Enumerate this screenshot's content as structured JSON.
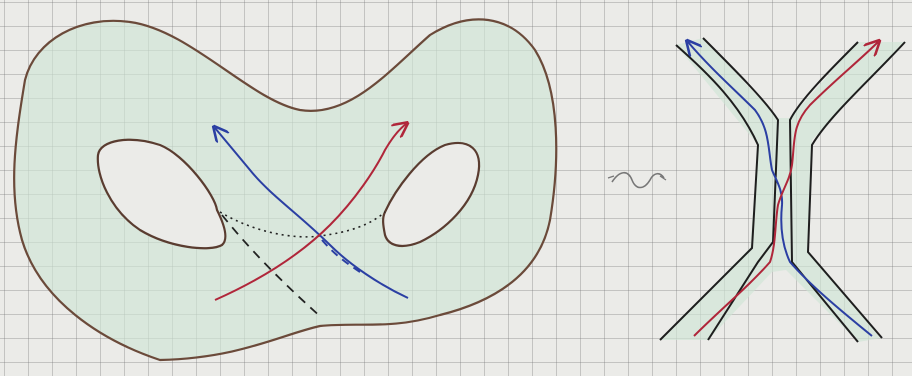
{
  "figure": {
    "equivalence_symbol": "∿",
    "colors": {
      "paper": "#ebebe8",
      "grid": "#8a8a8a",
      "surface_fill": "#cfe5d5",
      "outline": "#6b4a3a",
      "blue_curve": "#2b3fa3",
      "red_curve": "#b0263a",
      "hidden_lines": "#222222"
    },
    "left_panel": {
      "description_icon": "genus-two-surface",
      "holes": 2,
      "curves": [
        "blue",
        "red"
      ]
    },
    "right_panel": {
      "description_icon": "x-shaped-band-junction",
      "curves": [
        "blue",
        "red"
      ]
    }
  }
}
